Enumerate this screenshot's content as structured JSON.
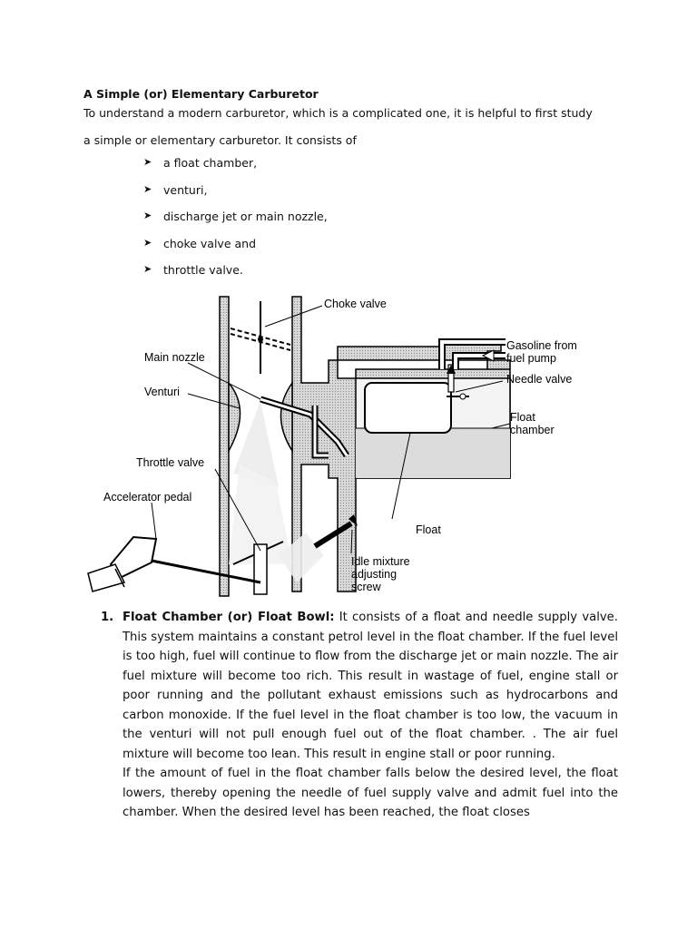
{
  "doc": {
    "title": "A Simple (or) Elementary Carburetor",
    "intro": [
      "To understand a modern carburetor, which is a complicated one, it is helpful to first study",
      "a simple or elementary carburetor. It consists of"
    ],
    "bullets": [
      "a float chamber,",
      "venturi,",
      " discharge jet or main nozzle,",
      "choke valve and",
      "throttle valve."
    ]
  },
  "diagram": {
    "labels": {
      "choke_valve": "Choke valve",
      "gasoline_line1": "Gasoline from",
      "gasoline_line2": "fuel pump",
      "needle_valve": "Needle valve",
      "main_nozzle": "Main nozzle",
      "venturi": "Venturi",
      "float_chamber_line1": "Float",
      "float_chamber_line2": "chamber",
      "throttle_valve": "Throttle valve",
      "accelerator_pedal": "Accelerator pedal",
      "float": "Float",
      "idle_line1": "Idle mixture",
      "idle_line2": "adjusting",
      "idle_line3": "screw"
    }
  },
  "section1": {
    "number": "1.",
    "heading": "Float Chamber (or) Float Bowl:",
    "para1": " It consists of a float and needle supply valve. This system maintains a constant petrol level in the float chamber. If the fuel level is too high, fuel will continue to flow from the discharge jet or main nozzle. The air fuel mixture will become too rich. This result in wastage of fuel, engine stall or poor running and the pollutant exhaust emissions such as hydrocarbons and carbon monoxide. If the fuel level in the float chamber is too low, the vacuum in the venturi will not pull enough fuel out of the float chamber. . The air fuel mixture will become too lean. This result in engine stall or poor running.",
    "para2": "If the amount of fuel in the float chamber falls below the desired level, the float lowers, thereby opening the needle of fuel supply valve and admit fuel into the chamber. When the desired level has been reached, the float closes"
  }
}
